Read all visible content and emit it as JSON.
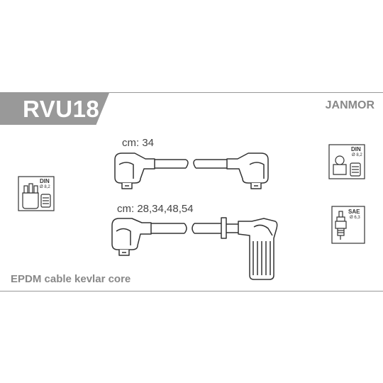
{
  "part_number": "RVU18",
  "brand": "JANMOR",
  "cables": [
    {
      "length_label": "cm: 34"
    },
    {
      "length_label": "cm: 28,34,48,54"
    }
  ],
  "distributor_icon": {
    "standard": "DIN",
    "size": "Ø 8,2"
  },
  "coil_icon": {
    "standard": "DIN",
    "size": "Ø 8,2"
  },
  "spark_plug_icon": {
    "standard": "SAE",
    "size": "Ø 6,3"
  },
  "footer_text": "EPDM cable kevlar core",
  "colors": {
    "badge": "#999999",
    "line": "#333333",
    "text_gray": "#888888"
  }
}
